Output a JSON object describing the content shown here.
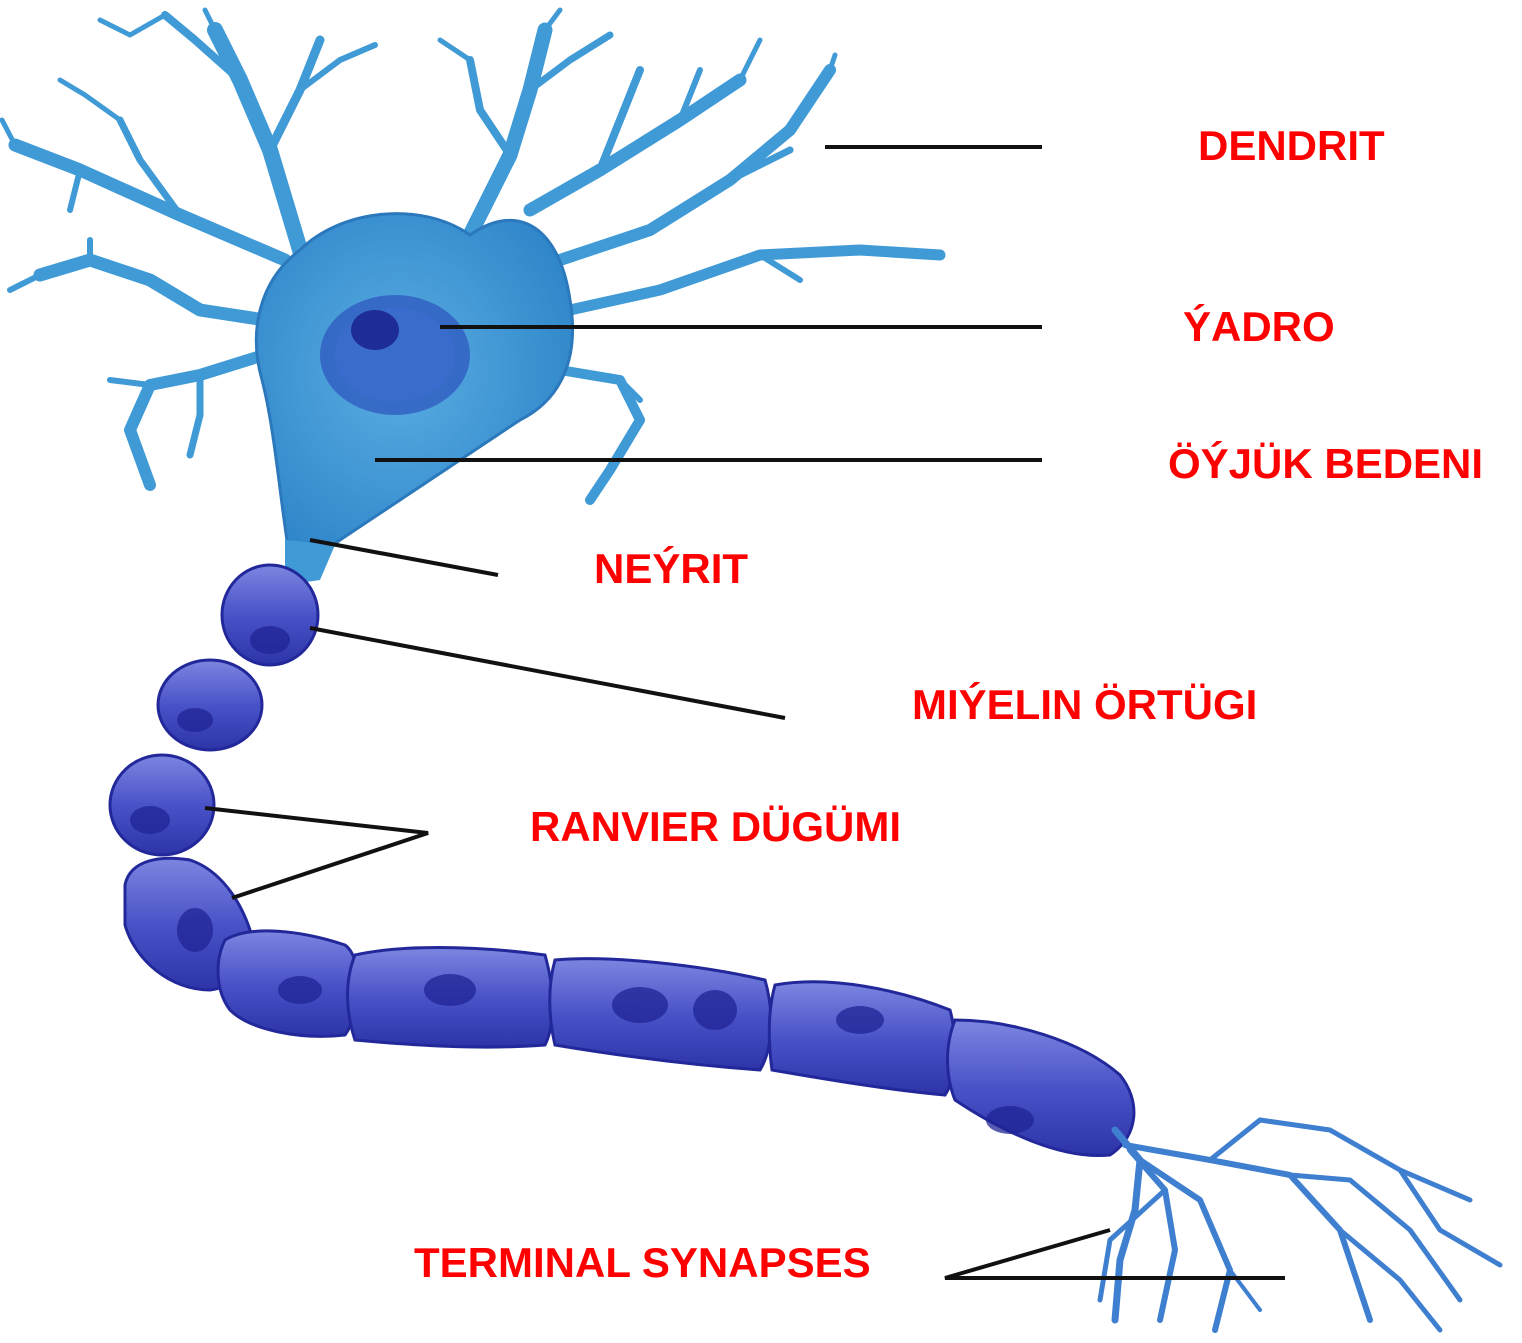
{
  "colors": {
    "label": "#ff0000",
    "leader_line": "#111111",
    "neuron_fill": "#3f9ad6",
    "neuron_light": "#6cb8e6",
    "neuron_dark": "#1e5fb0",
    "nucleus": "#2436a8",
    "myelin_fill": "#4a52c8",
    "myelin_light": "#7c86e0",
    "myelin_dark": "#22289a",
    "background": "#ffffff"
  },
  "labels": {
    "dendrit": "DENDRIT",
    "yadro": "ÝADRO",
    "oyjuk_bedeni": "ÖÝJÜK BEDENI",
    "neyrit": "NEÝRIT",
    "miyelin_ortugi": "MIÝELIN ÖRTÜGI",
    "ranvier_dugumi": "RANVIER DÜGÜMI",
    "terminal_synapses": "TERMINAL SYNAPSES"
  }
}
